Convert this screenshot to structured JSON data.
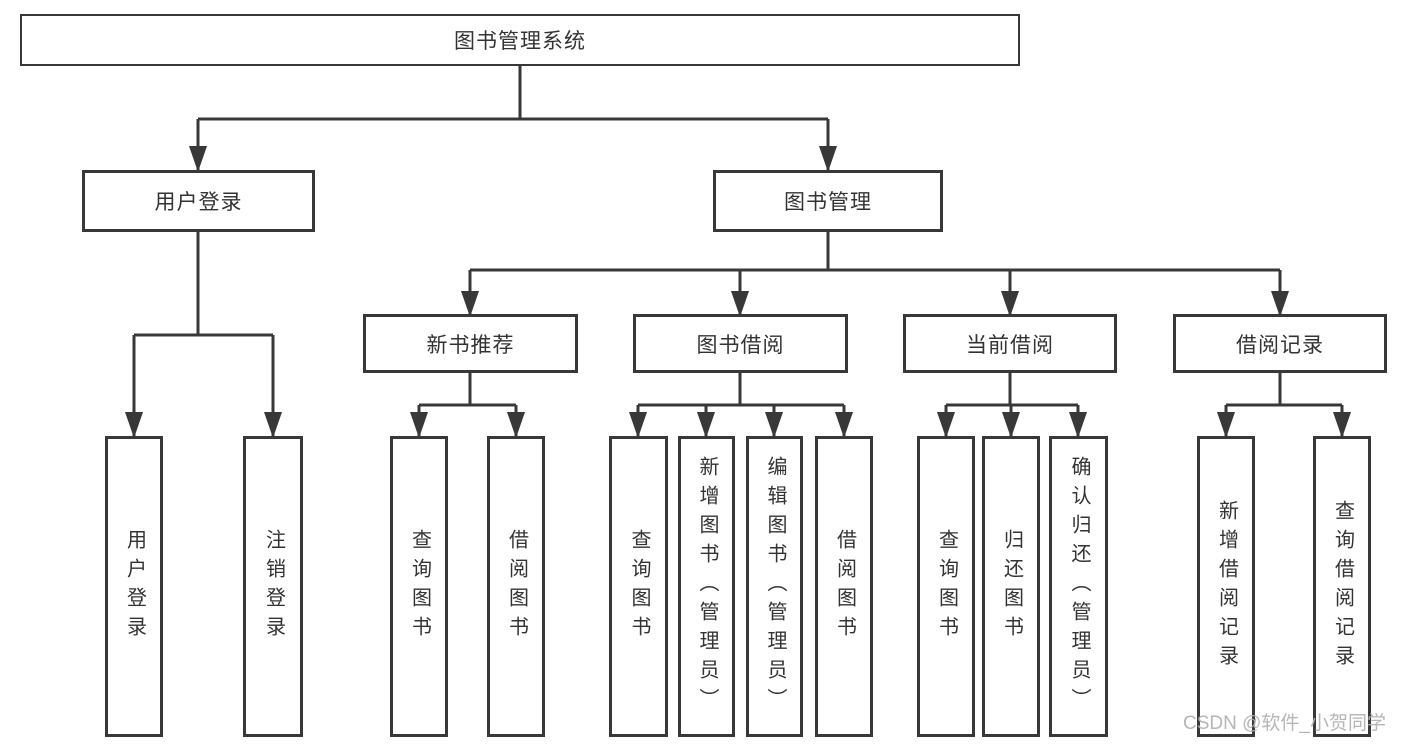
{
  "tree": {
    "root": "图书管理系统",
    "children": [
      {
        "label": "用户登录",
        "children": [
          "用户登录",
          "注销登录"
        ]
      },
      {
        "label": "图书管理",
        "children": [
          {
            "label": "新书推荐",
            "children": [
              "查询图书",
              "借阅图书"
            ]
          },
          {
            "label": "图书借阅",
            "children": [
              "查询图书",
              "新增图书（管理员）",
              "编辑图书（管理员）",
              "借阅图书"
            ]
          },
          {
            "label": "当前借阅",
            "children": [
              "查询图书",
              "归还图书",
              "确认归还（管理员）"
            ]
          },
          {
            "label": "借阅记录",
            "children": [
              "新增借阅记录",
              "查询借阅记录"
            ]
          }
        ]
      }
    ]
  },
  "watermark": "CSDN @软件_小贺同学",
  "colors": {
    "line": "#383838",
    "text": "#333333",
    "background": "#ffffff",
    "watermark": "#b0b0b0"
  }
}
